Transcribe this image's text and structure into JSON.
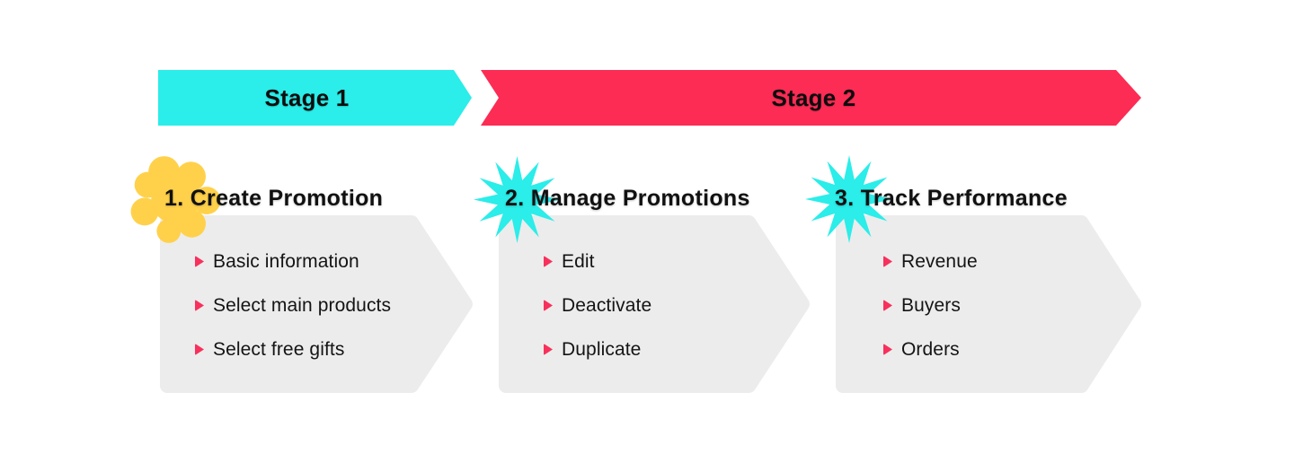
{
  "banners": [
    {
      "label": "Stage 1",
      "color": "#2BEDE9"
    },
    {
      "label": "Stage 2",
      "color": "#FC2C55"
    }
  ],
  "cards": [
    {
      "title": "1. Create Promotion",
      "decoration": "flower-icon",
      "items": [
        "Basic information",
        "Select main products",
        "Select free gifts"
      ]
    },
    {
      "title": "2. Manage Promotions",
      "decoration": "starburst-icon",
      "items": [
        "Edit",
        "Deactivate",
        "Duplicate"
      ]
    },
    {
      "title": "3. Track Performance",
      "decoration": "starburst-icon",
      "items": [
        "Revenue",
        "Buyers",
        "Orders"
      ]
    }
  ],
  "colors": {
    "cyan": "#2BEDE9",
    "red": "#FC2C55",
    "yellow": "#FFD14B",
    "card_gray": "#ECECEC",
    "bullet_red": "#F8305C",
    "text": "#151515"
  }
}
